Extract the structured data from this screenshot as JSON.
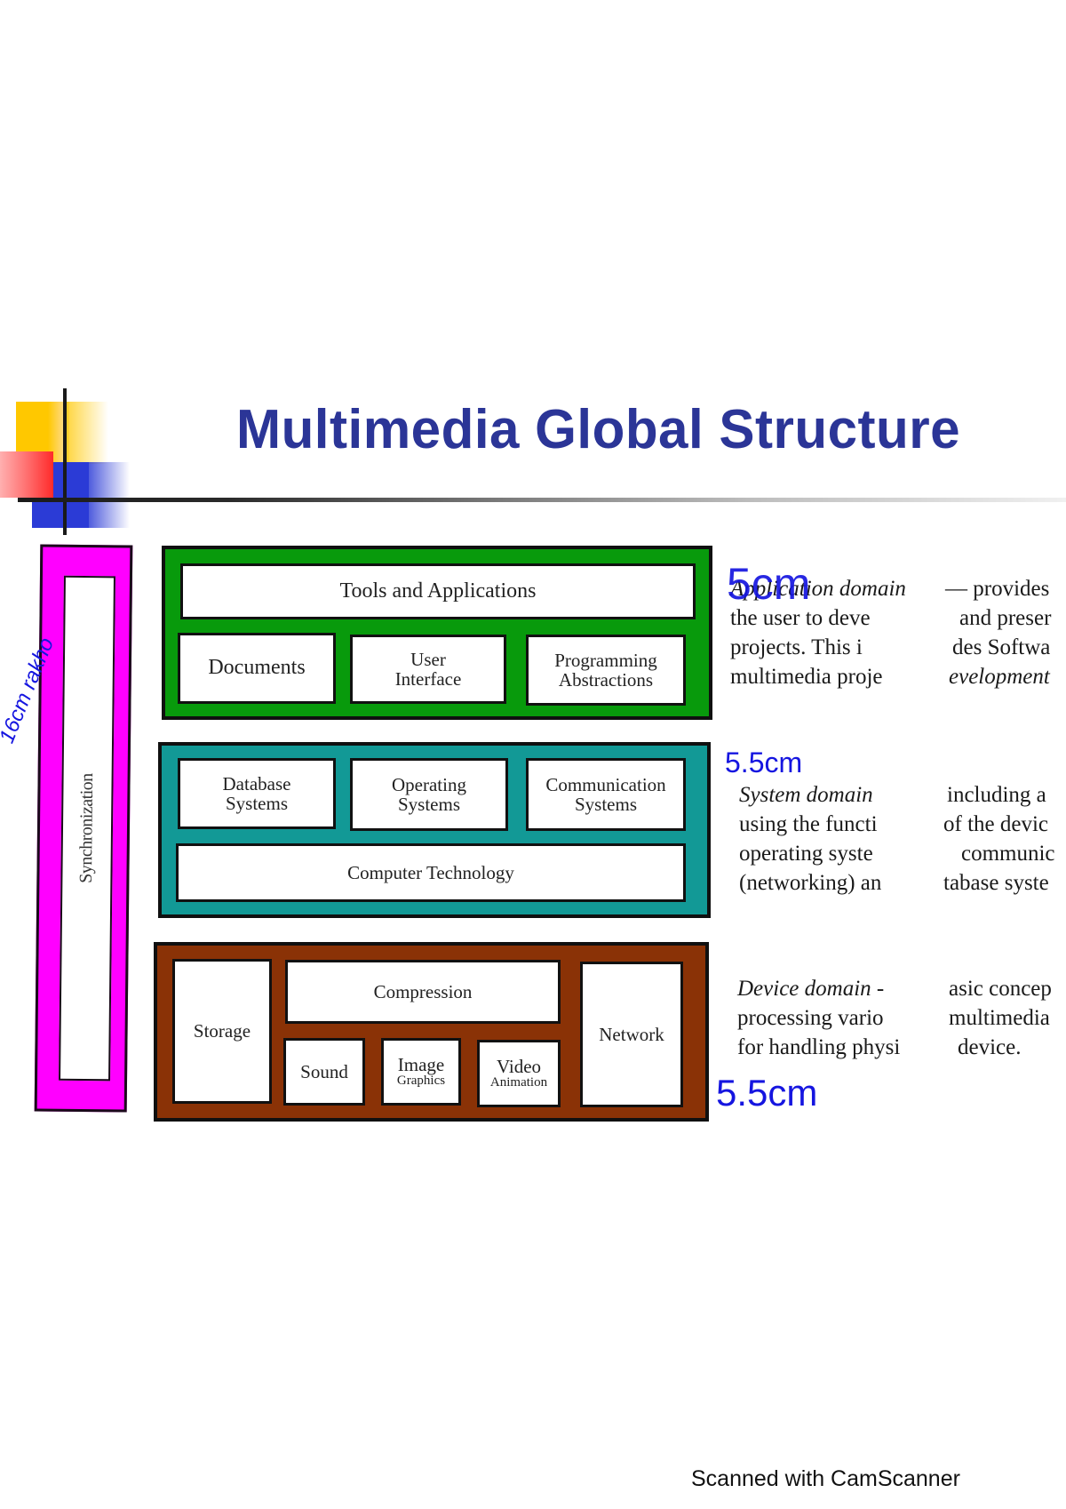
{
  "title": "Multimedia Global Structure",
  "side_bar": {
    "label": "Synchronization",
    "color": "#ff00ff"
  },
  "layers": {
    "application": {
      "color": "#089a0c",
      "top": "Tools and Applications",
      "items": [
        "Documents",
        "User Interface",
        "Programming Abstractions"
      ],
      "item_lines": [
        [
          "Documents"
        ],
        [
          "User",
          "Interface"
        ],
        [
          "Programming",
          "Abstractions"
        ]
      ]
    },
    "system": {
      "color": "#129996",
      "items": [
        "Database Systems",
        "Operating Systems",
        "Communication Systems"
      ],
      "item_lines": [
        [
          "Database",
          "Systems"
        ],
        [
          "Operating",
          "Systems"
        ],
        [
          "Communication",
          "Systems"
        ]
      ],
      "bottom": "Computer Technology"
    },
    "device": {
      "color": "#8a3206",
      "left": "Storage",
      "top": "Compression",
      "items": [
        "Sound",
        "Image Graphics",
        "Video Animation"
      ],
      "item_lines": [
        [
          "Sound"
        ],
        [
          "Image",
          "Graphics"
        ],
        [
          "Video",
          "Animation"
        ]
      ],
      "right": "Network"
    }
  },
  "notes": {
    "application": {
      "left_lines": [
        "Application domain",
        "the user to deve",
        "projects. This i",
        "multimedia proje"
      ],
      "left_first_italic": "Application domain",
      "right_lines": [
        "— provides",
        "and preser",
        "des Softwa",
        "evelopment"
      ]
    },
    "system": {
      "left_lines": [
        "System domain",
        "using the functi",
        "operating syste",
        "(networking) an"
      ],
      "right_lines": [
        "including a",
        "of the devic",
        "communic",
        "tabase syste"
      ]
    },
    "device": {
      "left_lines": [
        "Device domain -",
        "processing vario",
        "for handling physi"
      ],
      "right_lines": [
        "asic concep",
        "multimedia",
        "device."
      ]
    }
  },
  "handwritten": {
    "side": "16cm rakho",
    "app": "5cm",
    "sys": "5.5cm",
    "dev": "5.5cm"
  },
  "footer": "Scanned with CamScanner"
}
